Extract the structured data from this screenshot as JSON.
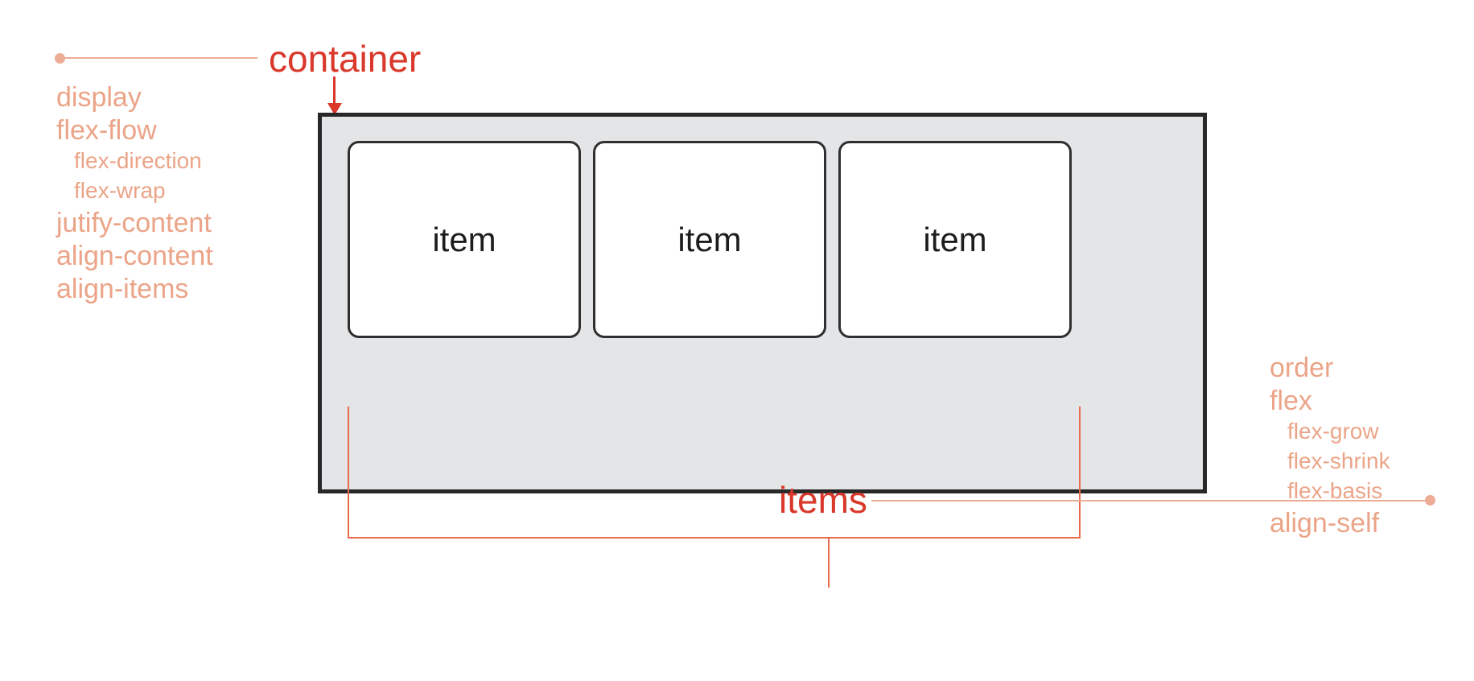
{
  "diagram": {
    "title_container": "container",
    "title_items": "items",
    "item_label": "item",
    "colors": {
      "headline_red": "#D9382A",
      "property_salmon": "#EBA488",
      "connector_salmon": "#EDAC95",
      "bracket_orange": "#EA6A4E",
      "container_fill": "#E4E5E7",
      "container_border": "#282828",
      "item_fill": "#FFFFFF",
      "item_border": "#2F2F2F",
      "item_text": "#1D1D1D",
      "page_background": "#FFFFFF"
    },
    "container_properties": [
      {
        "name": "display",
        "level": 0
      },
      {
        "name": "flex-flow",
        "level": 0
      },
      {
        "name": "flex-direction",
        "level": 1
      },
      {
        "name": "flex-wrap",
        "level": 1
      },
      {
        "name": "jutify-content",
        "level": 0
      },
      {
        "name": "align-content",
        "level": 0
      },
      {
        "name": "align-items",
        "level": 0
      }
    ],
    "item_properties": [
      {
        "name": "order",
        "level": 0
      },
      {
        "name": "flex",
        "level": 0
      },
      {
        "name": "flex-grow",
        "level": 1
      },
      {
        "name": "flex-shrink",
        "level": 1
      },
      {
        "name": "flex-basis",
        "level": 1
      },
      {
        "name": "align-self",
        "level": 0
      }
    ],
    "items": [
      {
        "label": "item"
      },
      {
        "label": "item"
      },
      {
        "label": "item"
      }
    ]
  }
}
